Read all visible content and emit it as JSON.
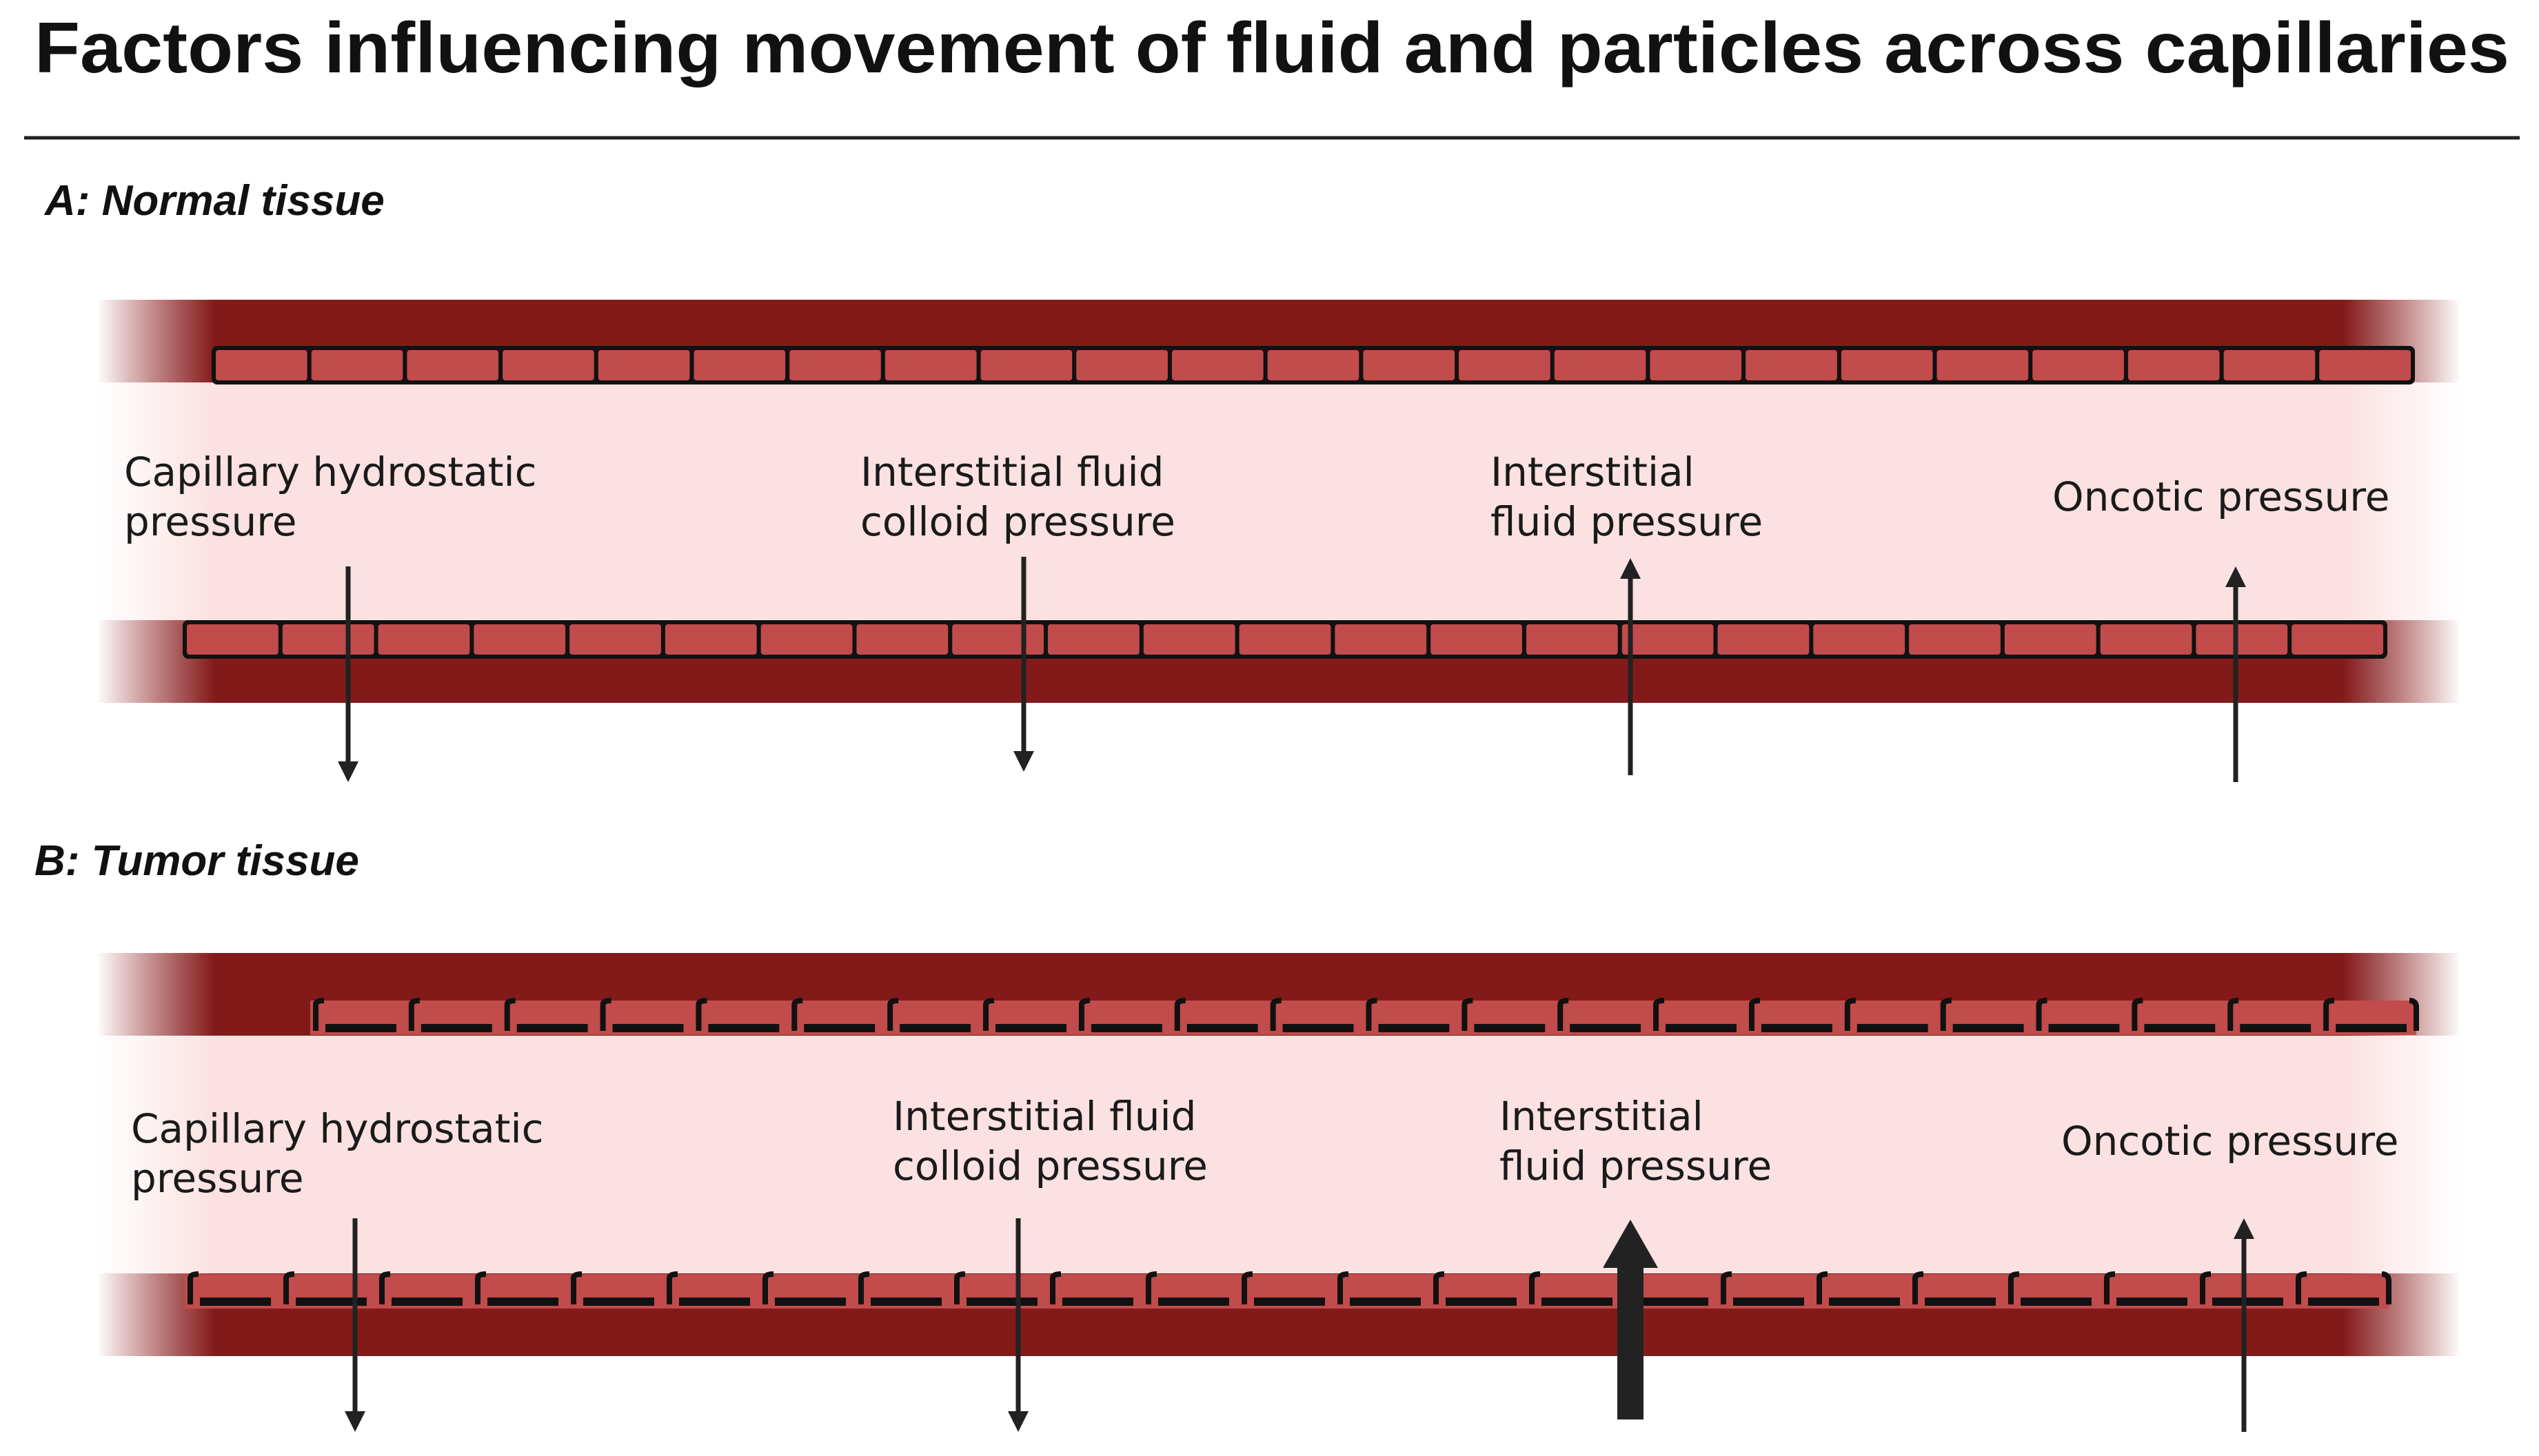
{
  "title": "Factors influencing movement of fluid and particles across capillaries",
  "colors": {
    "vessel_wall": "#831a1a",
    "lumen": "#fbe1e1",
    "endothelial_cell": "#c24b4b",
    "cell_border": "#111111",
    "arrow": "#222222"
  },
  "panels": [
    {
      "heading": "A: Normal tissue",
      "endothelium": "continuous",
      "forces": [
        {
          "label_line1": "Capillary hydrostatic",
          "label_line2": "pressure",
          "direction": "out",
          "magnitude": "normal"
        },
        {
          "label_line1": "Interstitial fluid",
          "label_line2": "colloid pressure",
          "direction": "out",
          "magnitude": "normal"
        },
        {
          "label_line1": "Interstitial",
          "label_line2": "fluid pressure",
          "direction": "in",
          "magnitude": "normal"
        },
        {
          "label_line1": "Oncotic pressure",
          "label_line2": "",
          "direction": "in",
          "magnitude": "normal"
        }
      ]
    },
    {
      "heading": "B: Tumor tissue",
      "endothelium": "leaky",
      "forces": [
        {
          "label_line1": "Capillary hydrostatic",
          "label_line2": "pressure",
          "direction": "out",
          "magnitude": "normal"
        },
        {
          "label_line1": "Interstitial fluid",
          "label_line2": "colloid pressure",
          "direction": "out",
          "magnitude": "normal"
        },
        {
          "label_line1": "Interstitial",
          "label_line2": "fluid pressure",
          "direction": "in",
          "magnitude": "high"
        },
        {
          "label_line1": "Oncotic pressure",
          "label_line2": "",
          "direction": "in",
          "magnitude": "normal"
        }
      ]
    }
  ]
}
